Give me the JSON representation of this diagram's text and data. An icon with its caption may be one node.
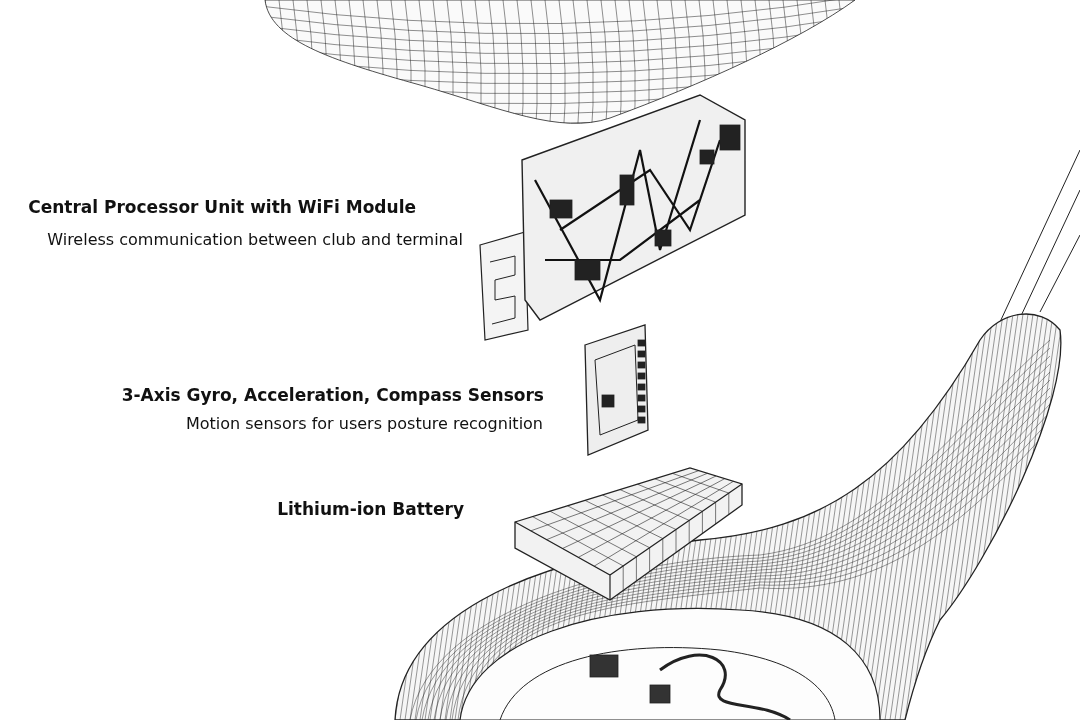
{
  "diagram": {
    "labels": [
      "Central Processor Unit with WiFi Module",
      "Wireless communication between club and terminal",
      "3-Axis Gyro, Acceleration, Compass Sensors",
      "Motion sensors for users posture recognition",
      "Lithium-ion Battery"
    ]
  }
}
